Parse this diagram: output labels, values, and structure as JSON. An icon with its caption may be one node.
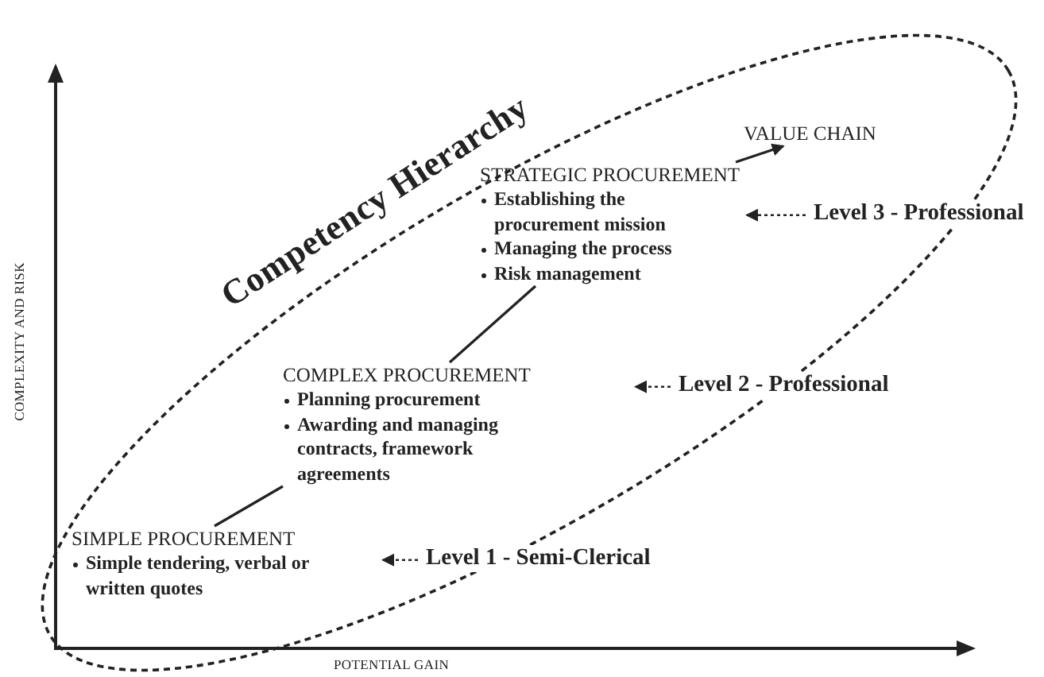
{
  "diagram": {
    "nodes": [
      {
        "text": [
          "SIMPLE PROCUREMENT",
          "Simple tendering, verbal or written quotes"
        ]
      },
      {
        "text": [
          "COMPLEX PROCUREMENT",
          "Planning procurement",
          "Awarding and managing contracts, framework agreements"
        ]
      },
      {
        "text": [
          "STRATEGIC PROCUREMENT",
          "Establishing the procurement mission",
          "Managing the process",
          "Risk management"
        ]
      },
      {
        "text": [
          "VALUE CHAIN"
        ]
      },
      {
        "text": [
          "Level 1 - Semi-Clerical"
        ]
      },
      {
        "text": [
          "Level 2 - Professional"
        ]
      },
      {
        "text": [
          "Level 3 - Professional"
        ]
      }
    ],
    "edges": [
      {
        "from": 0,
        "to": 1,
        "arrow": "none"
      },
      {
        "from": 1,
        "to": 2,
        "arrow": "none"
      },
      {
        "from": 2,
        "to": 3,
        "arrow": "to"
      },
      {
        "from": 4,
        "to": null,
        "arrow": "to",
        "style": "dashed"
      },
      {
        "from": 5,
        "to": null,
        "arrow": "to",
        "style": "dashed"
      },
      {
        "from": 6,
        "to": 2,
        "arrow": "to",
        "style": "dashed"
      }
    ],
    "labels": [
      "Competency Hierarchy",
      "COMPLEXITY AND RISK",
      "POTENTIAL GAIN"
    ]
  }
}
